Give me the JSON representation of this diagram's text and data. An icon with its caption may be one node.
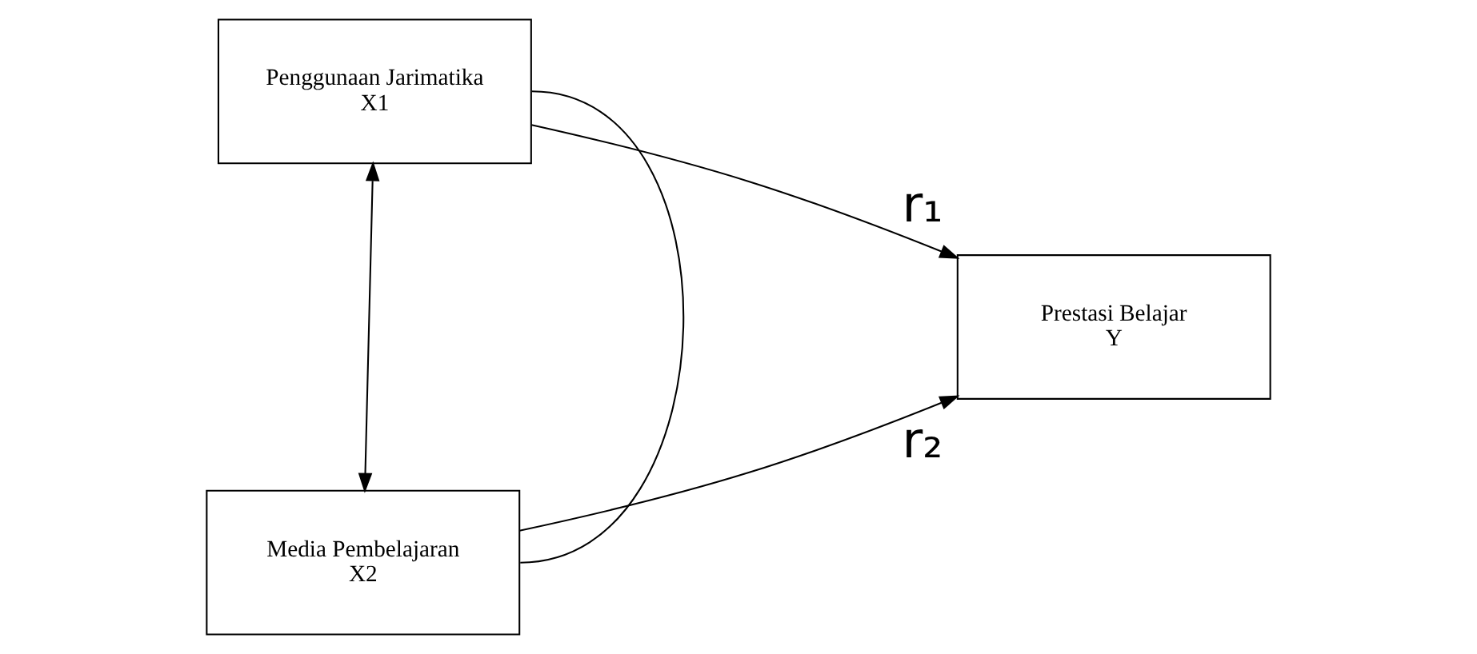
{
  "diagram": {
    "nodes": [
      {
        "text": [
          "Penggunaan Jarimatika",
          "X1"
        ]
      },
      {
        "text": [
          "Media Pembelajaran",
          "X2"
        ]
      },
      {
        "text": [
          "Prestasi Belajar",
          "Y"
        ]
      }
    ],
    "edges": [
      {
        "from": 0,
        "to": 2,
        "arrow": "to",
        "label": "r₁"
      },
      {
        "from": 1,
        "to": 2,
        "arrow": "to",
        "label": "r₂"
      },
      {
        "from": 0,
        "to": 1,
        "arrow": "both"
      },
      {
        "from": 0,
        "to": 1,
        "arrow": "none"
      }
    ]
  }
}
